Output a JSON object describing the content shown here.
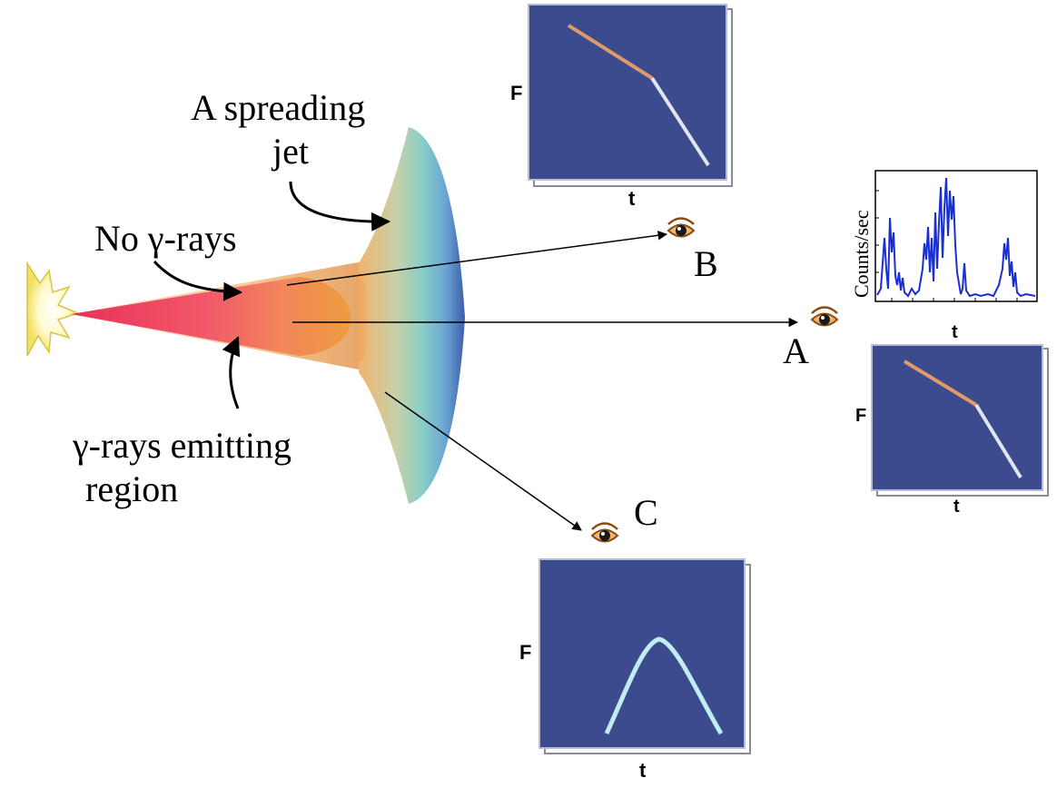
{
  "labels": {
    "spreading_jet_line1": "A spreading",
    "spreading_jet_line2": "jet",
    "no_gamma": "No γ-rays",
    "emitting_line1": "γ-rays emitting",
    "emitting_line2": "region",
    "observer_a": "A",
    "observer_b": "B",
    "observer_c": "C"
  },
  "plots": {
    "b": {
      "y_label": "F",
      "x_label": "t"
    },
    "a": {
      "y_label": "F",
      "x_label": "t"
    },
    "c": {
      "y_label": "F",
      "x_label": "t"
    },
    "lightcurve": {
      "y_label": "Counts/sec",
      "x_label": "t"
    }
  },
  "colors": {
    "panel": "#3c4a8e",
    "early": "#e09a6a",
    "late": "#e2e6f2",
    "peak": "#bfeef2",
    "lightcurve": "#1a2fd0"
  }
}
